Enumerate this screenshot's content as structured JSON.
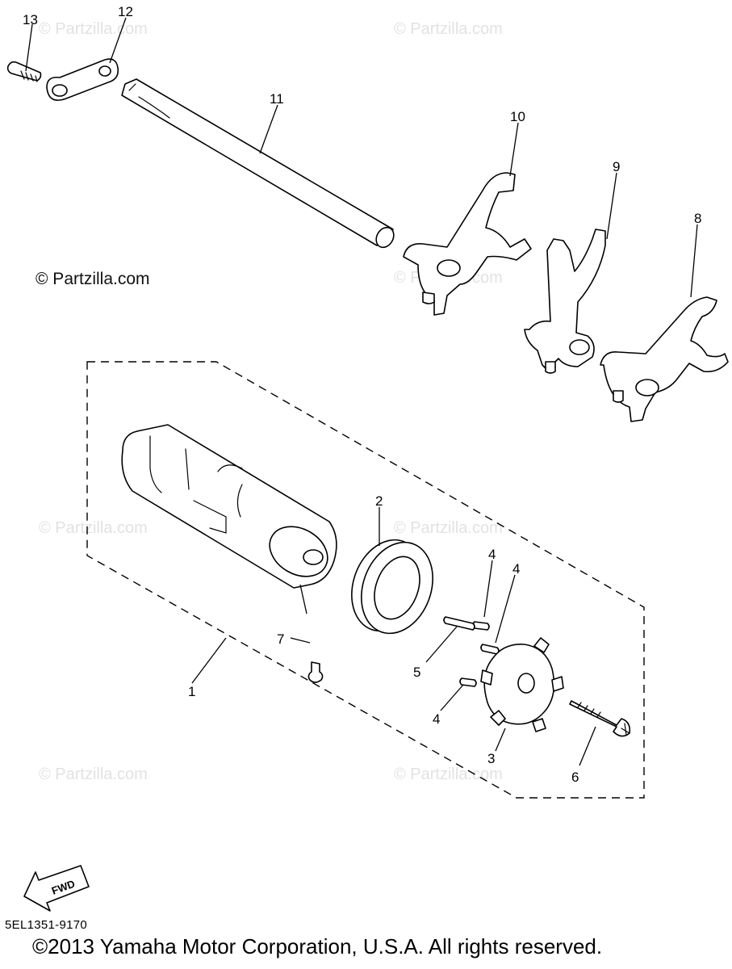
{
  "watermarks": {
    "text": "© Partzilla.com",
    "prominent_text": "© Partzilla.com"
  },
  "callouts": {
    "c1": "1",
    "c2": "2",
    "c3": "3",
    "c4a": "4",
    "c4b": "4",
    "c4c": "4",
    "c5": "5",
    "c6": "6",
    "c7": "7",
    "c8": "8",
    "c9": "9",
    "c10": "10",
    "c11": "11",
    "c12": "12",
    "c13": "13"
  },
  "fwd_label": "FWD",
  "diagram_code": "5EL1351-9170",
  "copyright": "©2013  Yamaha Motor Corporation, U.S.A. All rights reserved."
}
